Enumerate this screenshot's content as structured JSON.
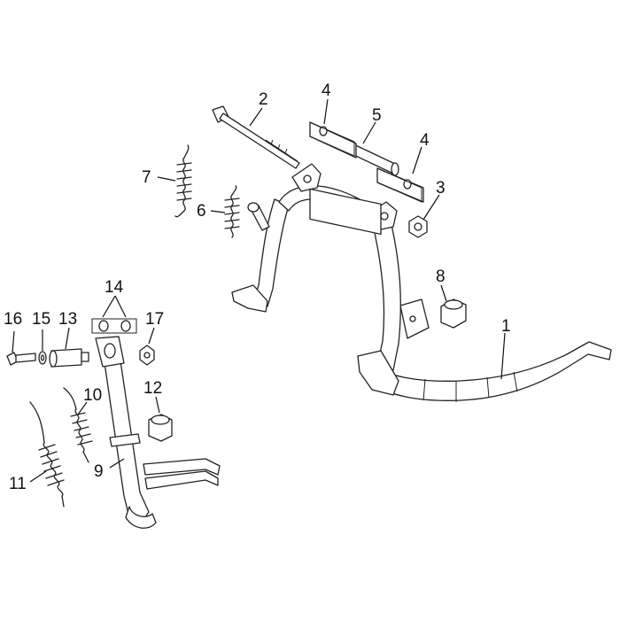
{
  "callouts": [
    {
      "id": "1",
      "label": "1"
    },
    {
      "id": "2",
      "label": "2"
    },
    {
      "id": "3",
      "label": "3"
    },
    {
      "id": "4a",
      "label": "4"
    },
    {
      "id": "4b",
      "label": "4"
    },
    {
      "id": "5",
      "label": "5"
    },
    {
      "id": "6",
      "label": "6"
    },
    {
      "id": "7",
      "label": "7"
    },
    {
      "id": "8",
      "label": "8"
    },
    {
      "id": "9",
      "label": "9"
    },
    {
      "id": "10",
      "label": "10"
    },
    {
      "id": "11",
      "label": "11"
    },
    {
      "id": "12",
      "label": "12"
    },
    {
      "id": "13",
      "label": "13"
    },
    {
      "id": "14",
      "label": "14"
    },
    {
      "id": "15",
      "label": "15"
    },
    {
      "id": "16",
      "label": "16"
    },
    {
      "id": "17",
      "label": "17"
    }
  ]
}
